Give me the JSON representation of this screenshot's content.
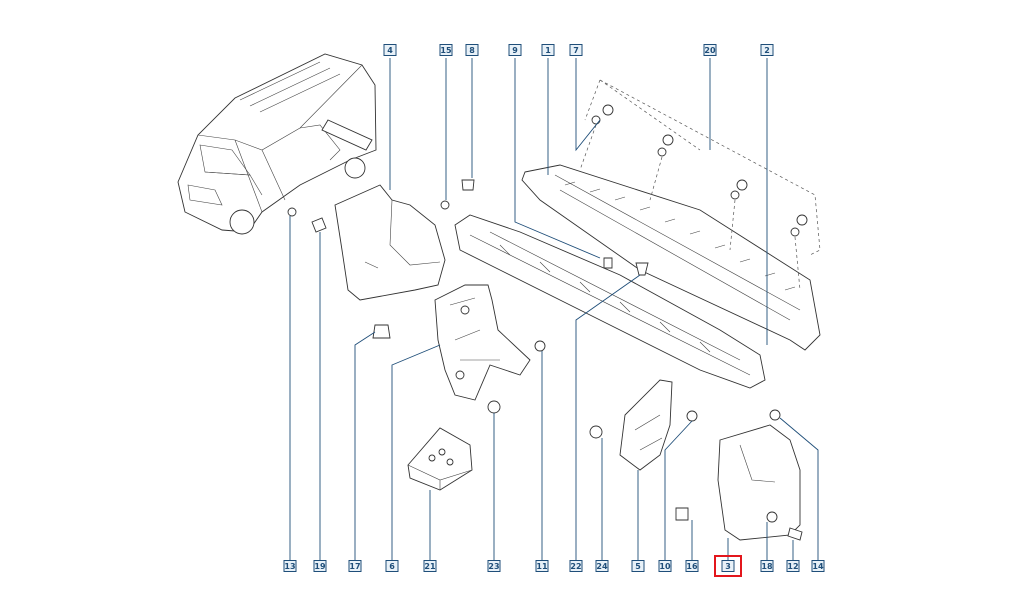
{
  "callouts": {
    "top": [
      "4",
      "15",
      "8",
      "9",
      "1",
      "7",
      "20",
      "2"
    ],
    "bottom": [
      "13",
      "19",
      "17",
      "6",
      "21",
      "23",
      "11",
      "22",
      "24",
      "5",
      "10",
      "16",
      "3",
      "18",
      "12",
      "14"
    ]
  },
  "highlighted_callout": "3",
  "colors": {
    "callout_border": "#1f4e79",
    "callout_fill": "#e8f1f8",
    "highlight": "#e3161c",
    "line": "#333333"
  }
}
